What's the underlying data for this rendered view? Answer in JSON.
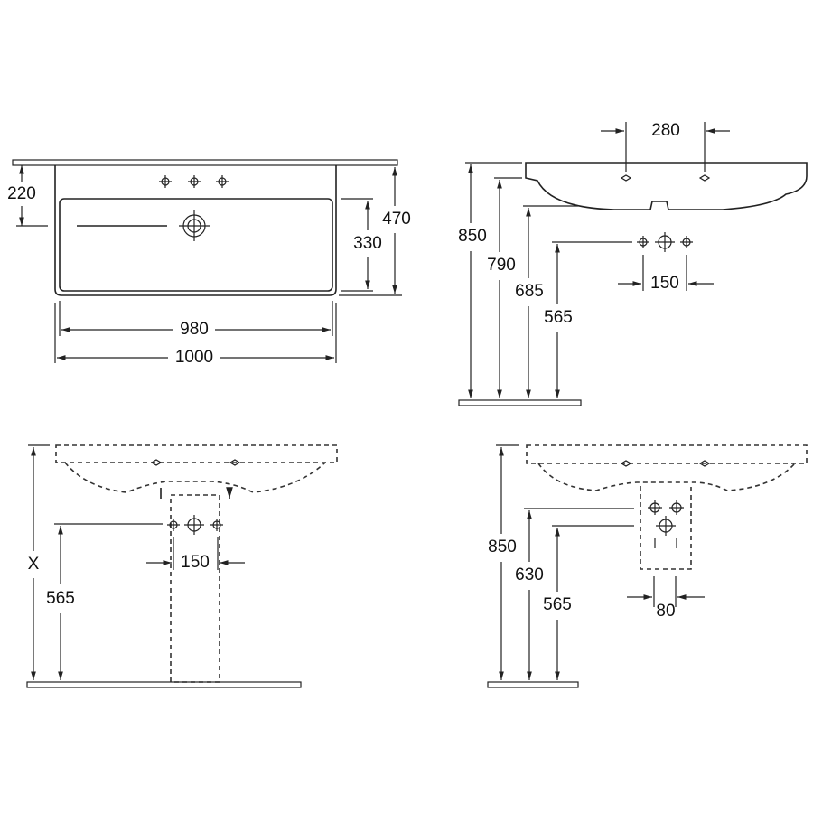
{
  "top_view": {
    "depth_to_drain": "220",
    "bowl_depth": "330",
    "overall_depth": "470",
    "inner_width": "980",
    "overall_width": "1000"
  },
  "side_view": {
    "tap_spacing": "280",
    "rim_height": "850",
    "bowl_bottom_height": "790",
    "waste_height": "685",
    "supply_height": "565",
    "supply_spacing": "150"
  },
  "front_view_pedestal": {
    "variable_height": "X",
    "supply_height": "565",
    "supply_spacing": "150"
  },
  "front_view_siphon": {
    "rim_height": "850",
    "waste_height": "630",
    "supply_height": "565",
    "siphon_width": "80"
  }
}
